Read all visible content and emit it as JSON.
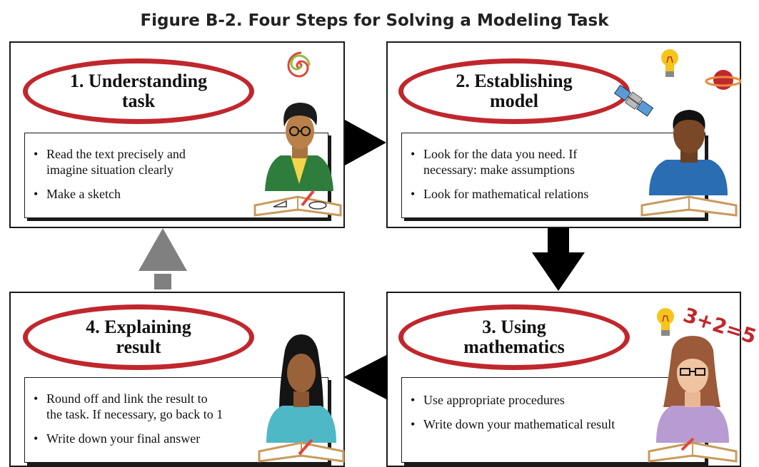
{
  "title": "Figure B-2. Four Steps for Solving a Modeling Task",
  "steps": [
    {
      "heading": "1. Understanding\ntask",
      "bullets": [
        "Read the text precisely and\nimagine situation clearly",
        "Make a sketch"
      ]
    },
    {
      "heading": "2. Establishing\nmodel",
      "bullets": [
        "Look for the data you need. If\nnecessary: make assumptions",
        "Look for mathematical relations"
      ]
    },
    {
      "heading": "3. Using\nmathematics",
      "bullets": [
        "Use appropriate procedures",
        "Write down your mathematical result"
      ]
    },
    {
      "heading": "4. Explaining\nresult",
      "bullets": [
        "Round off and link the result to\nthe task. If necessary, go back to 1",
        "Write down your final answer"
      ]
    }
  ],
  "equation_text": "3+2=5",
  "colors": {
    "ellipse_border": "#c0272d",
    "arrow_dark": "#000000",
    "arrow_gray": "#808080"
  }
}
